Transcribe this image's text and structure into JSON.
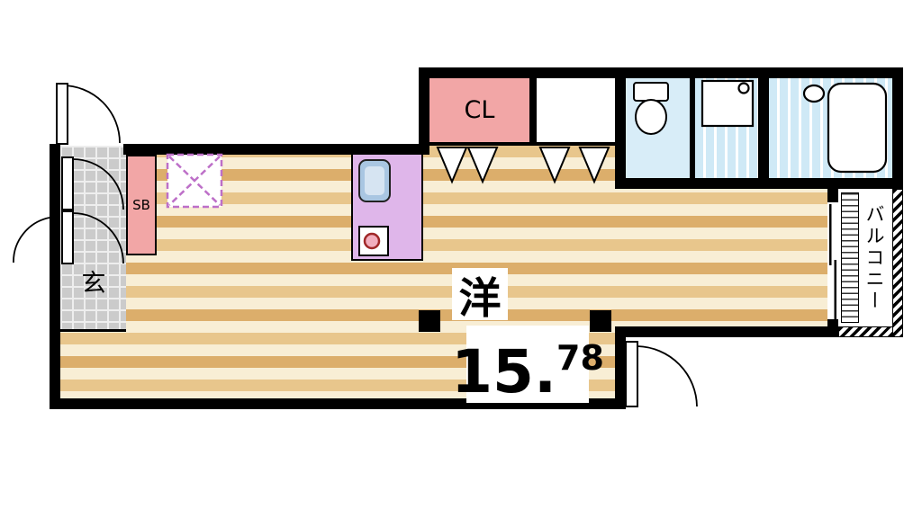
{
  "labels": {
    "closet": "CL",
    "shoe_box": "SB",
    "entrance": "玄",
    "main_room": "洋",
    "area_integer": "15",
    "area_dot": ".",
    "area_decimal": "78",
    "balcony": "バルコニー"
  },
  "colors": {
    "wall": "#000000",
    "closet_pink": "#f2a6a6",
    "kitchen_purple": "#dfb6ea",
    "wet_area_blue": "#cfe9f6",
    "wood_light": "#f8eed5",
    "wood_dark": "#dcae6b",
    "entrance_tile_gray": "#cbcbcb",
    "refrigerator_dashed": "#bd6fc8"
  }
}
